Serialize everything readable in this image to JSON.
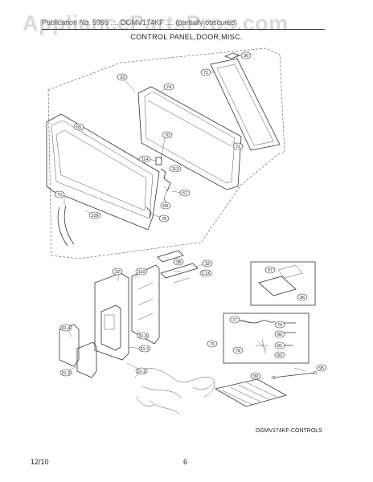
{
  "watermark": "AppliancePartsPros.com",
  "subhead": "Publication No. 5995 .... DGMV174KF .... (partially obscured)",
  "title": "CONTROL PANEL,DOOR,MISC.",
  "figure_code": "DGMV174KF-CONTROLS",
  "footer": {
    "date": "12/10",
    "page": "6"
  },
  "callouts": [
    {
      "label": "33"
    },
    {
      "label": "74"
    },
    {
      "label": "71"
    },
    {
      "label": "36"
    },
    {
      "label": "65"
    },
    {
      "label": "70"
    },
    {
      "label": "72"
    },
    {
      "label": "114"
    },
    {
      "label": "113"
    },
    {
      "label": "67"
    },
    {
      "label": "68"
    },
    {
      "label": "73"
    },
    {
      "label": "109"
    },
    {
      "label": "78"
    },
    {
      "label": "32"
    },
    {
      "label": "110"
    },
    {
      "label": "38"
    },
    {
      "label": "32"
    },
    {
      "label": "C1X"
    },
    {
      "label": "31-5"
    },
    {
      "label": "31-1"
    },
    {
      "label": "31-4"
    },
    {
      "label": "31-2"
    },
    {
      "label": "31-3"
    },
    {
      "label": "97"
    },
    {
      "label": "96"
    },
    {
      "label": "77"
    },
    {
      "label": "79"
    },
    {
      "label": "80"
    },
    {
      "label": "76"
    },
    {
      "label": "78"
    },
    {
      "label": "81"
    },
    {
      "label": "82"
    },
    {
      "label": "99"
    },
    {
      "label": "95"
    }
  ]
}
